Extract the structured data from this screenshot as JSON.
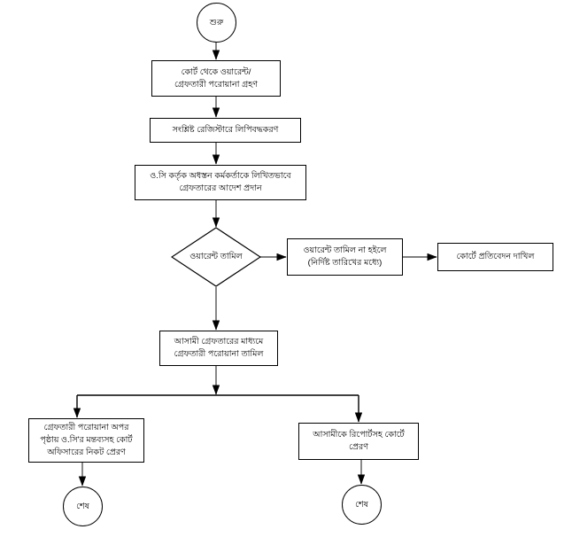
{
  "diagram": {
    "type": "flowchart",
    "language": "bn",
    "colors": {
      "stroke": "#000000",
      "fill": "#ffffff",
      "text": "#000000"
    },
    "nodes": {
      "start": {
        "shape": "terminator-circle",
        "label": "শুরু"
      },
      "receive_warrant": {
        "shape": "process",
        "line1": "কোর্ট থেকে ওয়ারেন্ট/",
        "line2": "গ্রেফতারী পরোয়ানা গ্রহণ"
      },
      "register_entry": {
        "shape": "process",
        "line1": "সংশ্লিষ্ট রেজিস্টারে লিপিবদ্ধকরণ"
      },
      "oc_order": {
        "shape": "process",
        "line1": "ও.সি কর্তৃক অধস্তন কর্মকর্তাকে লিখিতভাবে",
        "line2": "গ্রেফতারের আদেশ প্রদান"
      },
      "warrant_execution": {
        "shape": "decision",
        "label": "ওয়ারেন্ট তামিল"
      },
      "not_executed": {
        "shape": "process",
        "line1": "ওয়ারেন্ট তামিল না হইলে",
        "line2": "(নির্দিষ্ট তারিখের মধ্যে)"
      },
      "court_report": {
        "shape": "process",
        "line1": "কোর্টে প্রতিবেদন দাখিল"
      },
      "execute_by_arrest": {
        "shape": "process",
        "line1": "আসামী গ্রেফতারের মাধ্যমে",
        "line2": "গ্রেফতারী পরোয়ানা তামিল"
      },
      "send_to_court_officer": {
        "shape": "process",
        "line1": "গ্রেফতারী পরোয়ানা অপর",
        "line2": "পৃষ্ঠায় ও.সি'র মন্তব্যসহ কোর্ট",
        "line3": "অফিসারের নিকট প্রেরণ"
      },
      "send_accused_to_court": {
        "shape": "process",
        "line1": "আসামীকে রিপোর্টসহ কোর্টে",
        "line2": "প্রেরণ"
      },
      "end_left": {
        "shape": "terminator-circle",
        "label": "শেষ"
      },
      "end_right": {
        "shape": "terminator-circle",
        "label": "শেষ"
      }
    }
  }
}
